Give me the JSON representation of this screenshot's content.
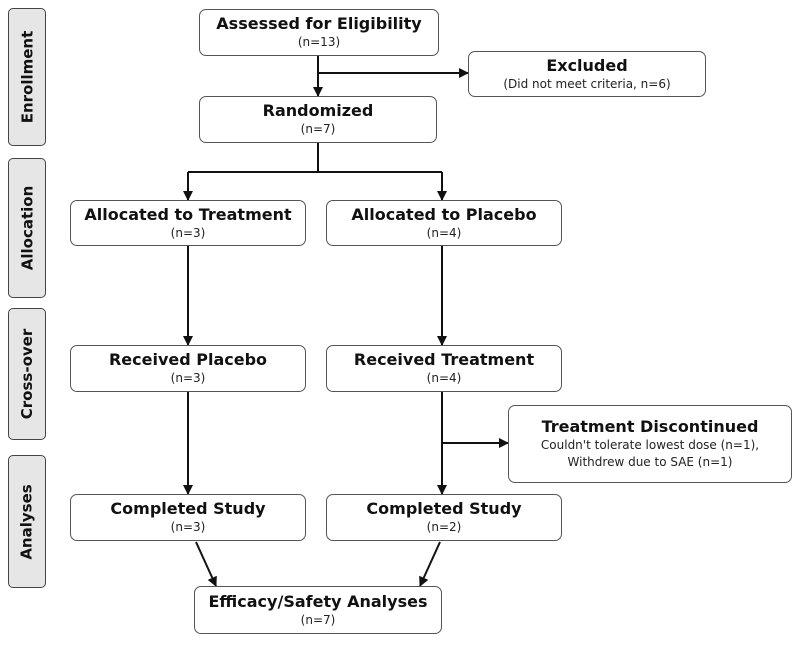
{
  "phases": {
    "enrollment": "Enrollment",
    "allocation": "Allocation",
    "crossover": "Cross-over",
    "analyses": "Analyses"
  },
  "nodes": {
    "assessed": {
      "title": "Assessed for Eligibility",
      "detail": "(n=13)"
    },
    "excluded": {
      "title": "Excluded",
      "detail": "(Did not meet criteria, n=6)"
    },
    "randomized": {
      "title": "Randomized",
      "detail": "(n=7)"
    },
    "alloc_treatment": {
      "title": "Allocated to Treatment",
      "detail": "(n=3)"
    },
    "alloc_placebo": {
      "title": "Allocated to Placebo",
      "detail": "(n=4)"
    },
    "received_placebo": {
      "title": "Received Placebo",
      "detail": "(n=3)"
    },
    "received_treatment": {
      "title": "Received Treatment",
      "detail": "(n=4)"
    },
    "discontinued": {
      "title": "Treatment Discontinued",
      "detail_line1": "Couldn't tolerate lowest dose (n=1),",
      "detail_line2": "Withdrew due to SAE (n=1)"
    },
    "completed_left": {
      "title": "Completed Study",
      "detail": "(n=3)"
    },
    "completed_right": {
      "title": "Completed Study",
      "detail": "(n=2)"
    },
    "analyses": {
      "title": "Efficacy/Safety Analyses",
      "detail": "(n=7)"
    }
  },
  "colors": {
    "phase_fill": "#e6e6e6",
    "box_border": "#555555",
    "arrow": "#111111"
  }
}
